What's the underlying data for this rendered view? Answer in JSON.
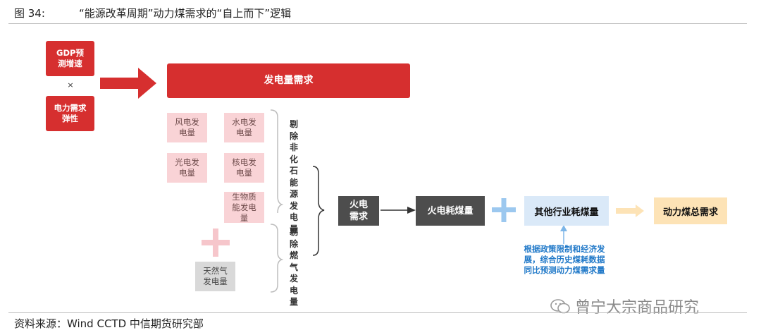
{
  "figure": {
    "number": "图 34:",
    "title": "“能源改革周期”动力煤需求的“自上而下”逻辑"
  },
  "inputs": {
    "gdp_forecast": [
      "GDP预",
      "测增速"
    ],
    "multiply_sign": "×",
    "power_elasticity": [
      "电力需求",
      "弹性"
    ]
  },
  "power_demand": "发电量需求",
  "non_fossil_sources": [
    [
      "风电发",
      "电量"
    ],
    [
      "水电发",
      "电量"
    ],
    [
      "光电发",
      "电量"
    ],
    [
      "核电发",
      "电量"
    ],
    [
      "生物质",
      "能发电",
      "量"
    ]
  ],
  "gas_power": [
    "天然气",
    "发电量"
  ],
  "bracket_labels": {
    "remove_non_fossil": "剔除非化石能源发电量",
    "remove_gas": "剔除燃气发电量"
  },
  "flow": {
    "thermal_demand": [
      "火电",
      "需求"
    ],
    "thermal_coal_use": "火电耗煤量",
    "other_industry_coal_use": "其他行业耗煤量",
    "total_thermal_coal_demand": "动力煤总需求"
  },
  "note": [
    "根据政策限制和经济发",
    "展，综合历史煤耗数据",
    "同比预测动力煤需求量"
  ],
  "source": "资料来源：Wind CCTD 中信期货研究部",
  "watermark": "曾宁大宗商品研究",
  "colors": {
    "red": "#d62f2f",
    "pink": "#f9d3d6",
    "plus_pink": "#f6c6cb",
    "plus_blue": "#9cc8ef",
    "dark": "#4d4d4d",
    "blue_box": "#dae9f8",
    "orange_box": "#fde3b6",
    "note_blue": "#1f78c8"
  }
}
